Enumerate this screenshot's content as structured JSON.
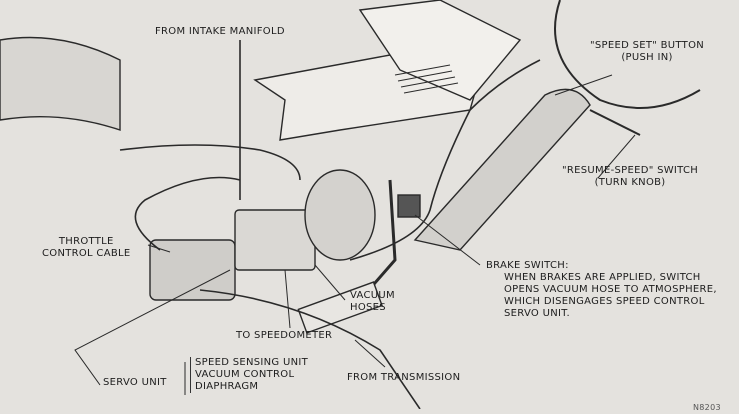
{
  "labels": {
    "intake": "FROM INTAKE MANIFOLD",
    "speed_set": "\"SPEED SET\" BUTTON",
    "speed_set_sub": "(PUSH IN)",
    "resume": "\"RESUME-SPEED\" SWITCH",
    "resume_sub": "(TURN KNOB)",
    "throttle_1": "THROTTLE",
    "throttle_2": "CONTROL CABLE",
    "brake_title": "BRAKE SWITCH:",
    "brake_lines": [
      "WHEN BRAKES ARE APPLIED, SWITCH",
      "OPENS VACUUM HOSE TO ATMOSPHERE,",
      "WHICH DISENGAGES SPEED CONTROL",
      "SERVO UNIT."
    ],
    "vacuum_1": "VACUUM",
    "vacuum_2": "HOSES",
    "speedometer": "TO SPEEDOMETER",
    "servo": "SERVO UNIT",
    "servo_parts": [
      "SPEED SENSING UNIT",
      "VACUUM CONTROL",
      "DIAPHRAGM"
    ],
    "transmission": "FROM TRANSMISSION",
    "figure_id": "N8203"
  }
}
